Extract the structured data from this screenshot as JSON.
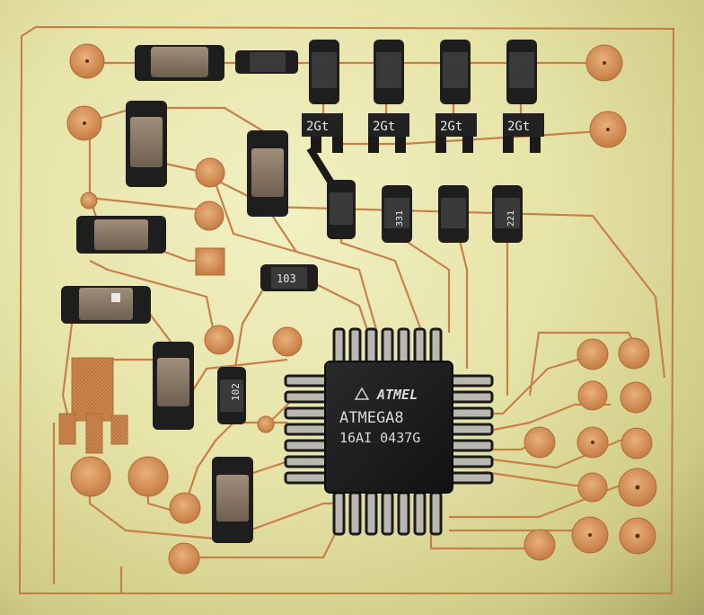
{
  "image": {
    "subject": "Hand-made PCB with an ATMEGA8 microcontroller and SMD parts",
    "colors": {
      "board": "#ebe9b0",
      "copper": "#c9824a",
      "copper_light": "#e0a070",
      "solder": "#2a2a2a",
      "ic_body": "#1c1c1c",
      "cap_body": "#8a7a68"
    }
  },
  "chip": {
    "brand": "ATMEL",
    "model": "ATMEGA8",
    "code": "16AI 0437G"
  },
  "parts": {
    "resistor_103": "103",
    "resistor_102": "102",
    "transistor_marking": "2Gt",
    "resistor_331": "331",
    "resistor_221": "221"
  }
}
